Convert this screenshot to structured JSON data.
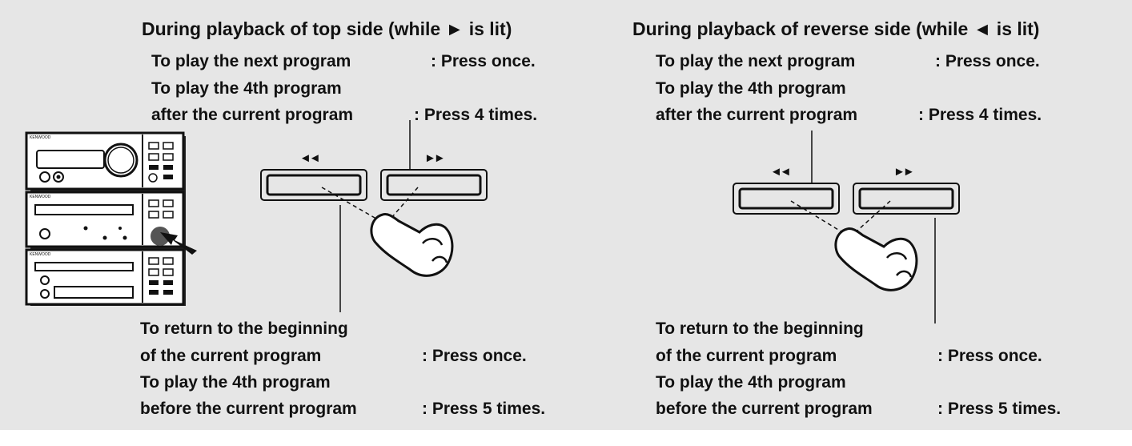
{
  "top_side": {
    "heading": "During playback of top side (while ► is lit)",
    "next_line1": "To play the next program",
    "next_action": ": Press once.",
    "fourth_line1": "To play the 4th program",
    "fourth_line2": "after the current program",
    "fourth_action": ": Press 4 times.",
    "return_line1": "To return to the beginning",
    "return_line2": "of the current program",
    "return_action": ": Press once.",
    "prev4_line1": "To play the 4th program",
    "prev4_line2": "before the current program",
    "prev4_action": ": Press 5 times.",
    "rew_symbol": "◄◄",
    "ff_symbol": "►►"
  },
  "reverse_side": {
    "heading": "During playback of reverse side (while ◄ is lit)",
    "next_line1": "To play the next program",
    "next_action": ": Press once.",
    "fourth_line1": "To play the 4th program",
    "fourth_line2": "after the current program",
    "fourth_action": ": Press 4 times.",
    "return_line1": "To return to the beginning",
    "return_line2": "of the current program",
    "return_action": ": Press once.",
    "prev4_line1": "To play the 4th program",
    "prev4_line2": "before the current program",
    "prev4_action": ": Press 5 times.",
    "rew_symbol": "◄◄",
    "ff_symbol": "►►"
  },
  "stereo": {
    "brand_label": "KENWOOD"
  },
  "icons": {
    "hand": "pressing-hand-icon",
    "arrow": "pointer-arrow-icon"
  },
  "colors": {
    "background": "#e6e6e6",
    "ink": "#111111"
  }
}
